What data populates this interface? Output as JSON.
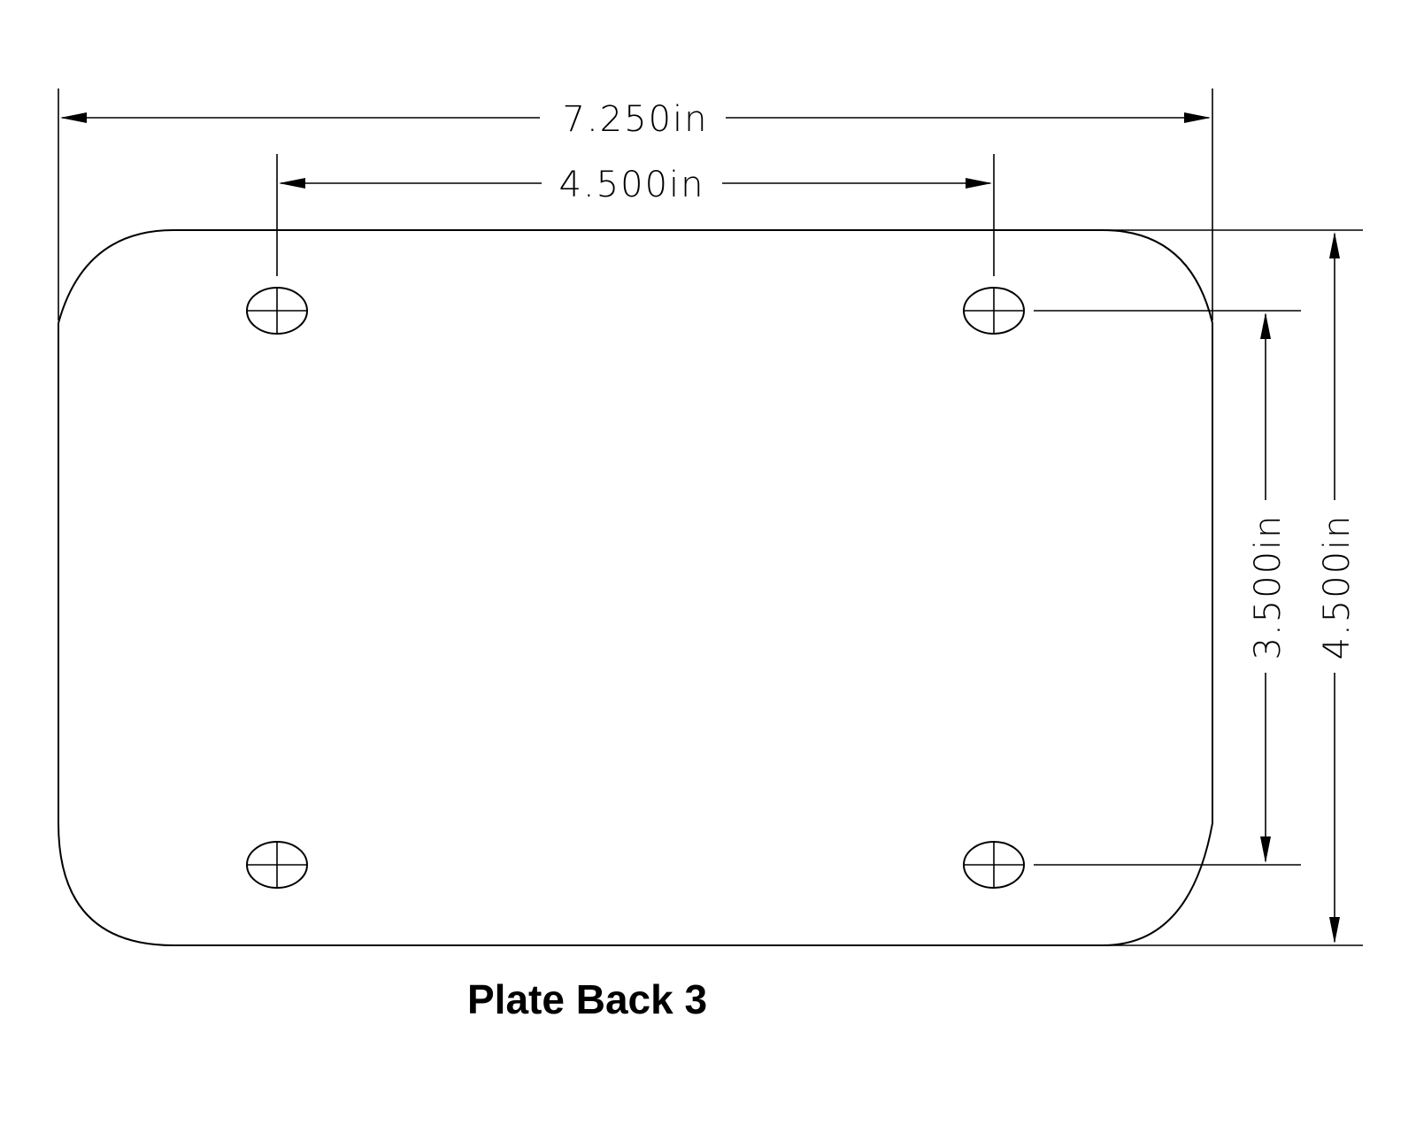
{
  "drawing": {
    "title": "Plate Back 3",
    "dimensions": {
      "overall_width": "7.250in",
      "hole_spacing_horizontal": "4.500in",
      "hole_spacing_vertical": "3.500in",
      "overall_height": "4.500in"
    },
    "holes": [
      {
        "id": "top-left"
      },
      {
        "id": "top-right"
      },
      {
        "id": "bottom-left"
      },
      {
        "id": "bottom-right"
      }
    ],
    "colors": {
      "line": "#000000",
      "background": "#ffffff"
    }
  }
}
